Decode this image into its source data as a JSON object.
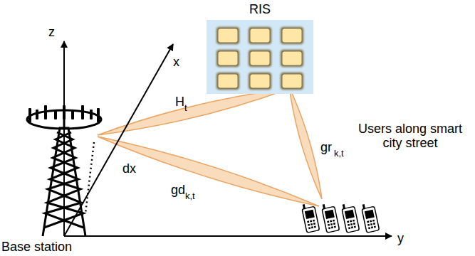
{
  "diagram": {
    "nodes": [
      {
        "text": [
          "RIS"
        ]
      }
    ],
    "labels": [
      "z",
      "x",
      "y",
      "H",
      "t",
      "gr",
      "k,t",
      "gd",
      "k,t",
      "dx",
      "Users along smart city street",
      "Base station"
    ]
  }
}
